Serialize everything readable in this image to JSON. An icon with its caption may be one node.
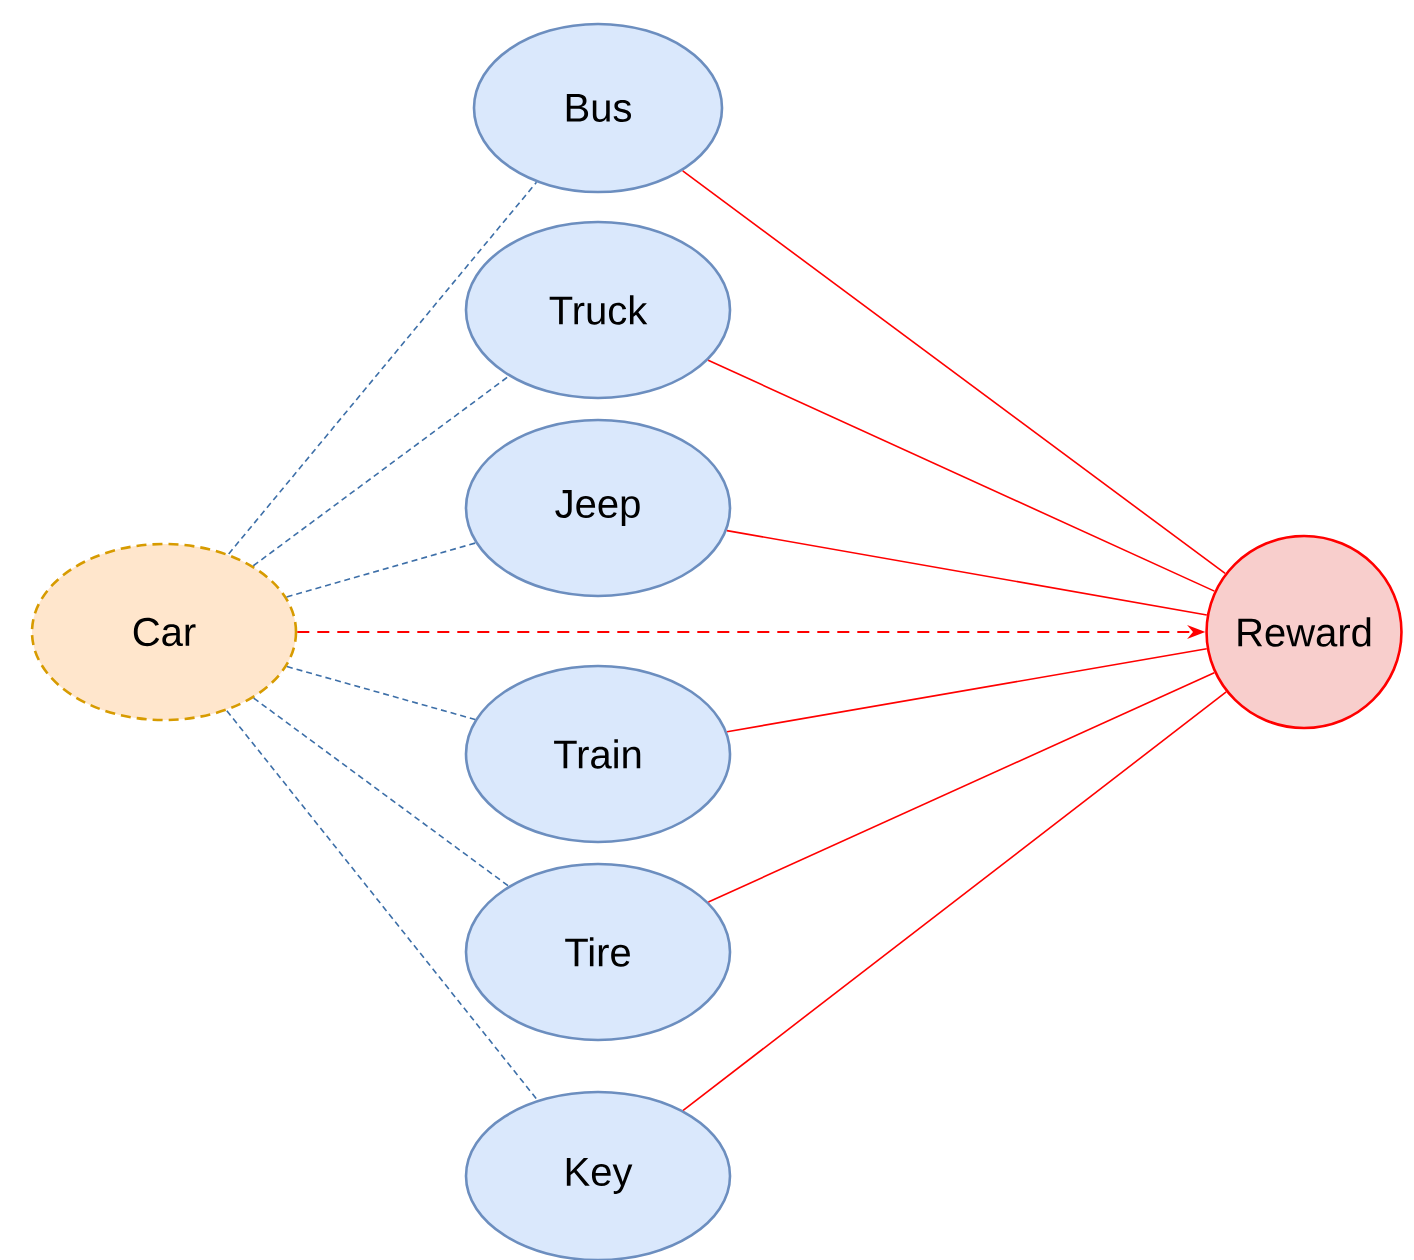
{
  "diagram": {
    "nodes": [
      {
        "text": [
          "Car"
        ]
      },
      {
        "text": [
          "Bus"
        ]
      },
      {
        "text": [
          "Truck"
        ]
      },
      {
        "text": [
          "Jeep"
        ]
      },
      {
        "text": [
          "Train"
        ]
      },
      {
        "text": [
          "Tire"
        ]
      },
      {
        "text": [
          "Key"
        ]
      },
      {
        "text": [
          "Reward"
        ]
      }
    ],
    "edges": [
      {
        "from": 0,
        "to": 1,
        "arrow": "none",
        "style": "dashed",
        "color": "#3d6fa8"
      },
      {
        "from": 0,
        "to": 2,
        "arrow": "none",
        "style": "dashed",
        "color": "#3d6fa8"
      },
      {
        "from": 0,
        "to": 3,
        "arrow": "none",
        "style": "dashed",
        "color": "#3d6fa8"
      },
      {
        "from": 0,
        "to": 4,
        "arrow": "none",
        "style": "dashed",
        "color": "#3d6fa8"
      },
      {
        "from": 0,
        "to": 5,
        "arrow": "none",
        "style": "dashed",
        "color": "#3d6fa8"
      },
      {
        "from": 0,
        "to": 6,
        "arrow": "none",
        "style": "dashed",
        "color": "#3d6fa8"
      },
      {
        "from": 0,
        "to": 7,
        "arrow": "to",
        "style": "dashed",
        "color": "#ff0000"
      },
      {
        "from": 1,
        "to": 7,
        "arrow": "none",
        "color": "#ff0000"
      },
      {
        "from": 2,
        "to": 7,
        "arrow": "none",
        "color": "#ff0000"
      },
      {
        "from": 3,
        "to": 7,
        "arrow": "none",
        "color": "#ff0000"
      },
      {
        "from": 4,
        "to": 7,
        "arrow": "none",
        "color": "#ff0000"
      },
      {
        "from": 5,
        "to": 7,
        "arrow": "none",
        "color": "#ff0000"
      },
      {
        "from": 6,
        "to": 7,
        "arrow": "none",
        "color": "#ff0000"
      }
    ]
  }
}
